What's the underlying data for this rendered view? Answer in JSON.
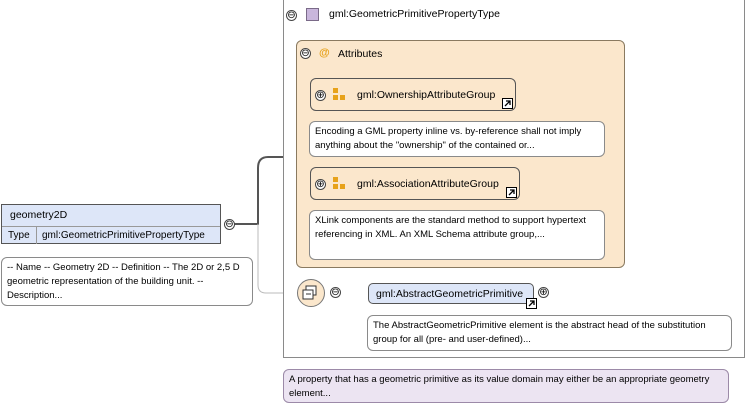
{
  "complex_type": {
    "name": "gml:GeometricPrimitivePropertyType"
  },
  "attributes": {
    "label": "Attributes",
    "groups": [
      {
        "name": "gml:OwnershipAttributeGroup",
        "doc": "Encoding a GML property inline vs. by-reference shall not imply anything about the \"ownership\" of the contained or..."
      },
      {
        "name": "gml:AssociationAttributeGroup",
        "doc": "XLink components are the standard method to support hypertext referencing in XML. An XML Schema attribute group,..."
      }
    ]
  },
  "element": {
    "name": "geometry2D",
    "type_label": "Type",
    "type_value": "gml:GeometricPrimitivePropertyType",
    "doc": "-- Name -- Geometry 2D -- Definition -- The 2D or 2,5 D geometric representation of the building unit. -- Description..."
  },
  "abstract_element": {
    "name": "gml:AbstractGeometricPrimitive",
    "doc": "The AbstractGeometricPrimitive element is the abstract head of the substitution group for all (pre- and user-defined)..."
  },
  "type_doc": "A property that has a geometric primitive as its value domain may either be an appropriate geometry element...",
  "symbols": {
    "collapse": "⊖",
    "expand": "⊕",
    "at": "@"
  },
  "colors": {
    "element_fill": "#dde6f8",
    "attribute_fill": "#fbe7cc",
    "doc_fill": "#ffffff",
    "type_doc_fill": "#ece4f2",
    "accent_orange": "#e7a21a",
    "connector": "#555555"
  }
}
